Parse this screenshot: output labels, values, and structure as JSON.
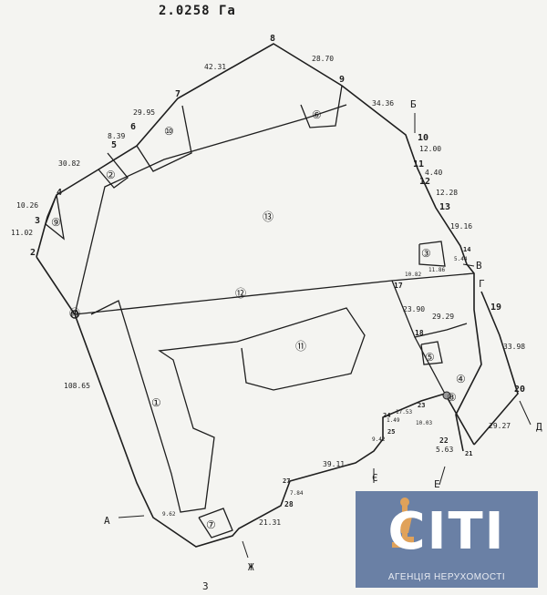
{
  "area_title": "2.0258 Га",
  "corner_points": [
    "2",
    "3",
    "4",
    "5",
    "6",
    "7",
    "8",
    "9",
    "10",
    "11",
    "12",
    "13",
    "14",
    "17",
    "18",
    "19",
    "20",
    "21",
    "22",
    "23",
    "24",
    "25",
    "27",
    "28"
  ],
  "segment_lengths": [
    "42.31",
    "28.70",
    "34.36",
    "29.95",
    "8.39",
    "30.82",
    "10.26",
    "11.02",
    "12.00",
    "4.40",
    "12.28",
    "19.16",
    "23.90",
    "29.29",
    "33.98",
    "29.27",
    "108.65",
    "21.31",
    "39.11",
    "5.63",
    "10.03",
    "17.53",
    "1.49",
    "9.42",
    "9.62",
    "7.84",
    "10.82",
    "11.86",
    "5.44"
  ],
  "parcel_ids": [
    "①",
    "②",
    "③",
    "④",
    "⑤",
    "⑥",
    "⑦",
    "⑧",
    "⑨",
    "⑩",
    "⑪",
    "⑫",
    "⑬",
    "⑭"
  ],
  "neighbor_letters": [
    "А",
    "Б",
    "В",
    "Г",
    "Д",
    "Е",
    "Є",
    "Ж",
    "З"
  ],
  "logo": {
    "text": "CITI",
    "tagline": "АГЕНЦІЯ НЕРУХОМОСТІ",
    "color": "#6a80a5"
  }
}
